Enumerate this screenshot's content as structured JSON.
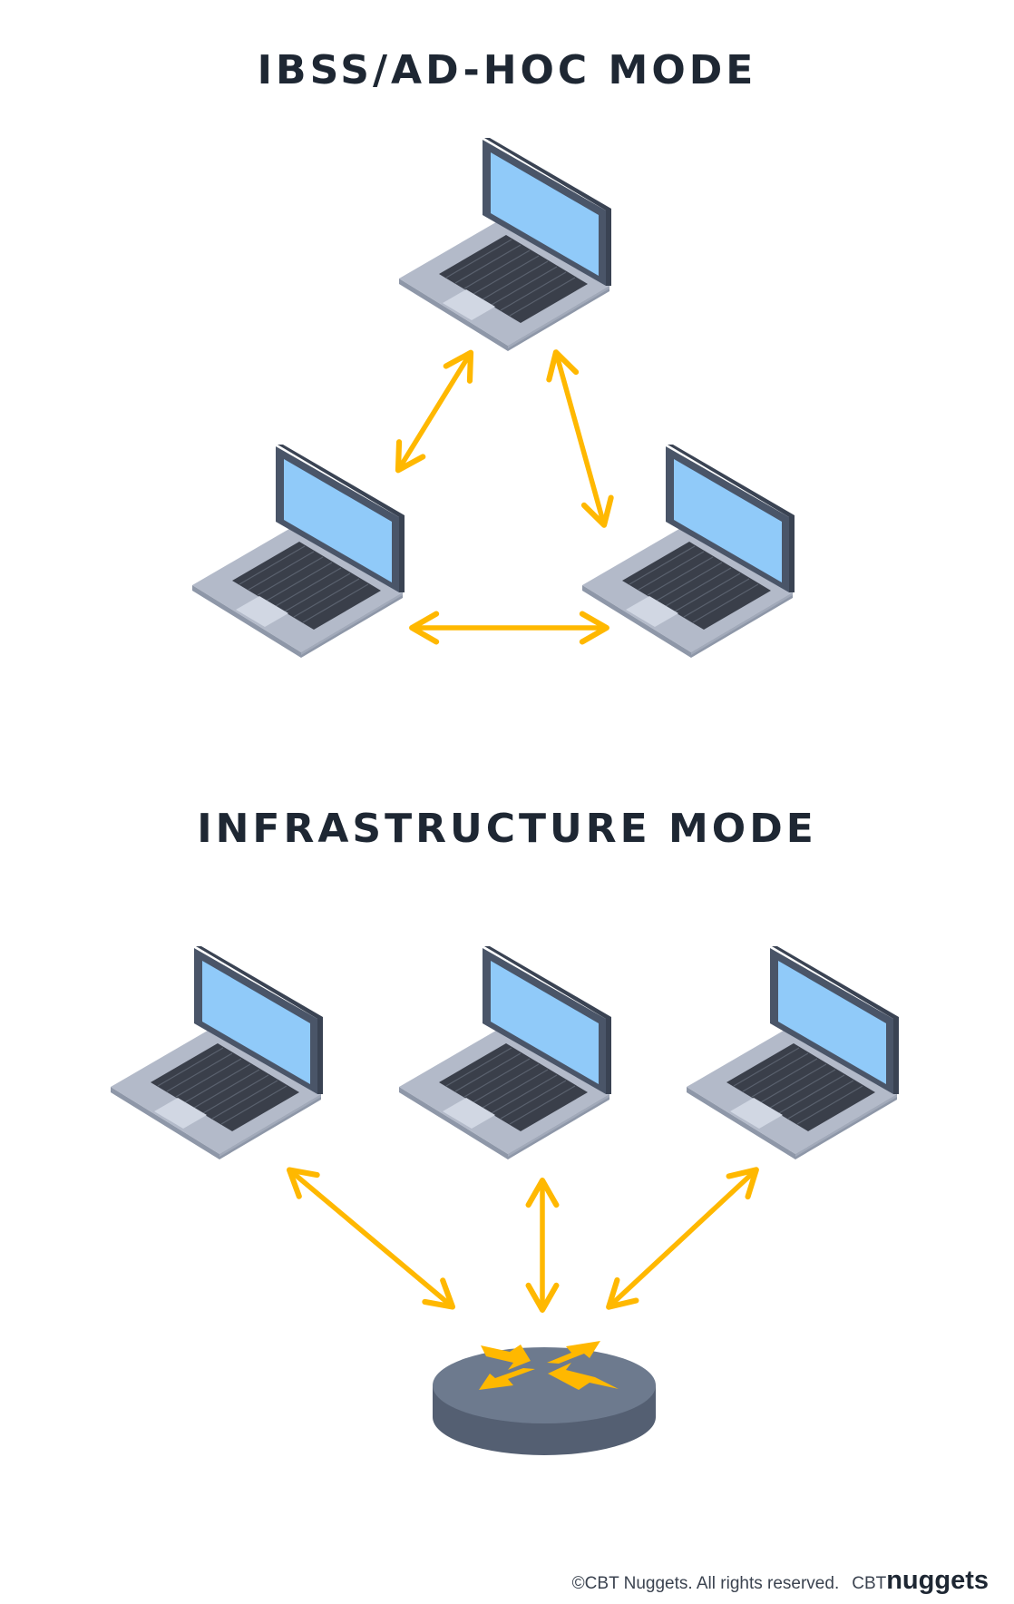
{
  "titles": {
    "adhoc": "IBSS/AD-HOC MODE",
    "infrastructure": "INFRASTRUCTURE MODE"
  },
  "footer": {
    "copyright": "©CBT Nuggets. All rights reserved.",
    "brand_prefix": "CBT",
    "brand_name": "nuggets"
  },
  "colors": {
    "arrow": "#FFB800",
    "screen": "#90CAF9",
    "lid": "#4A5568",
    "base_top": "#B3BAC9",
    "base_side": "#8E97A8",
    "keyboard": "#3A3F4A",
    "trackpad": "#D1D7E3",
    "router_top": "#6D7A8E",
    "router_side": "#545F72",
    "title": "#1E2733"
  },
  "icons": {
    "laptop": "laptop-icon",
    "router": "router-icon",
    "arrow": "double-arrow-icon"
  }
}
